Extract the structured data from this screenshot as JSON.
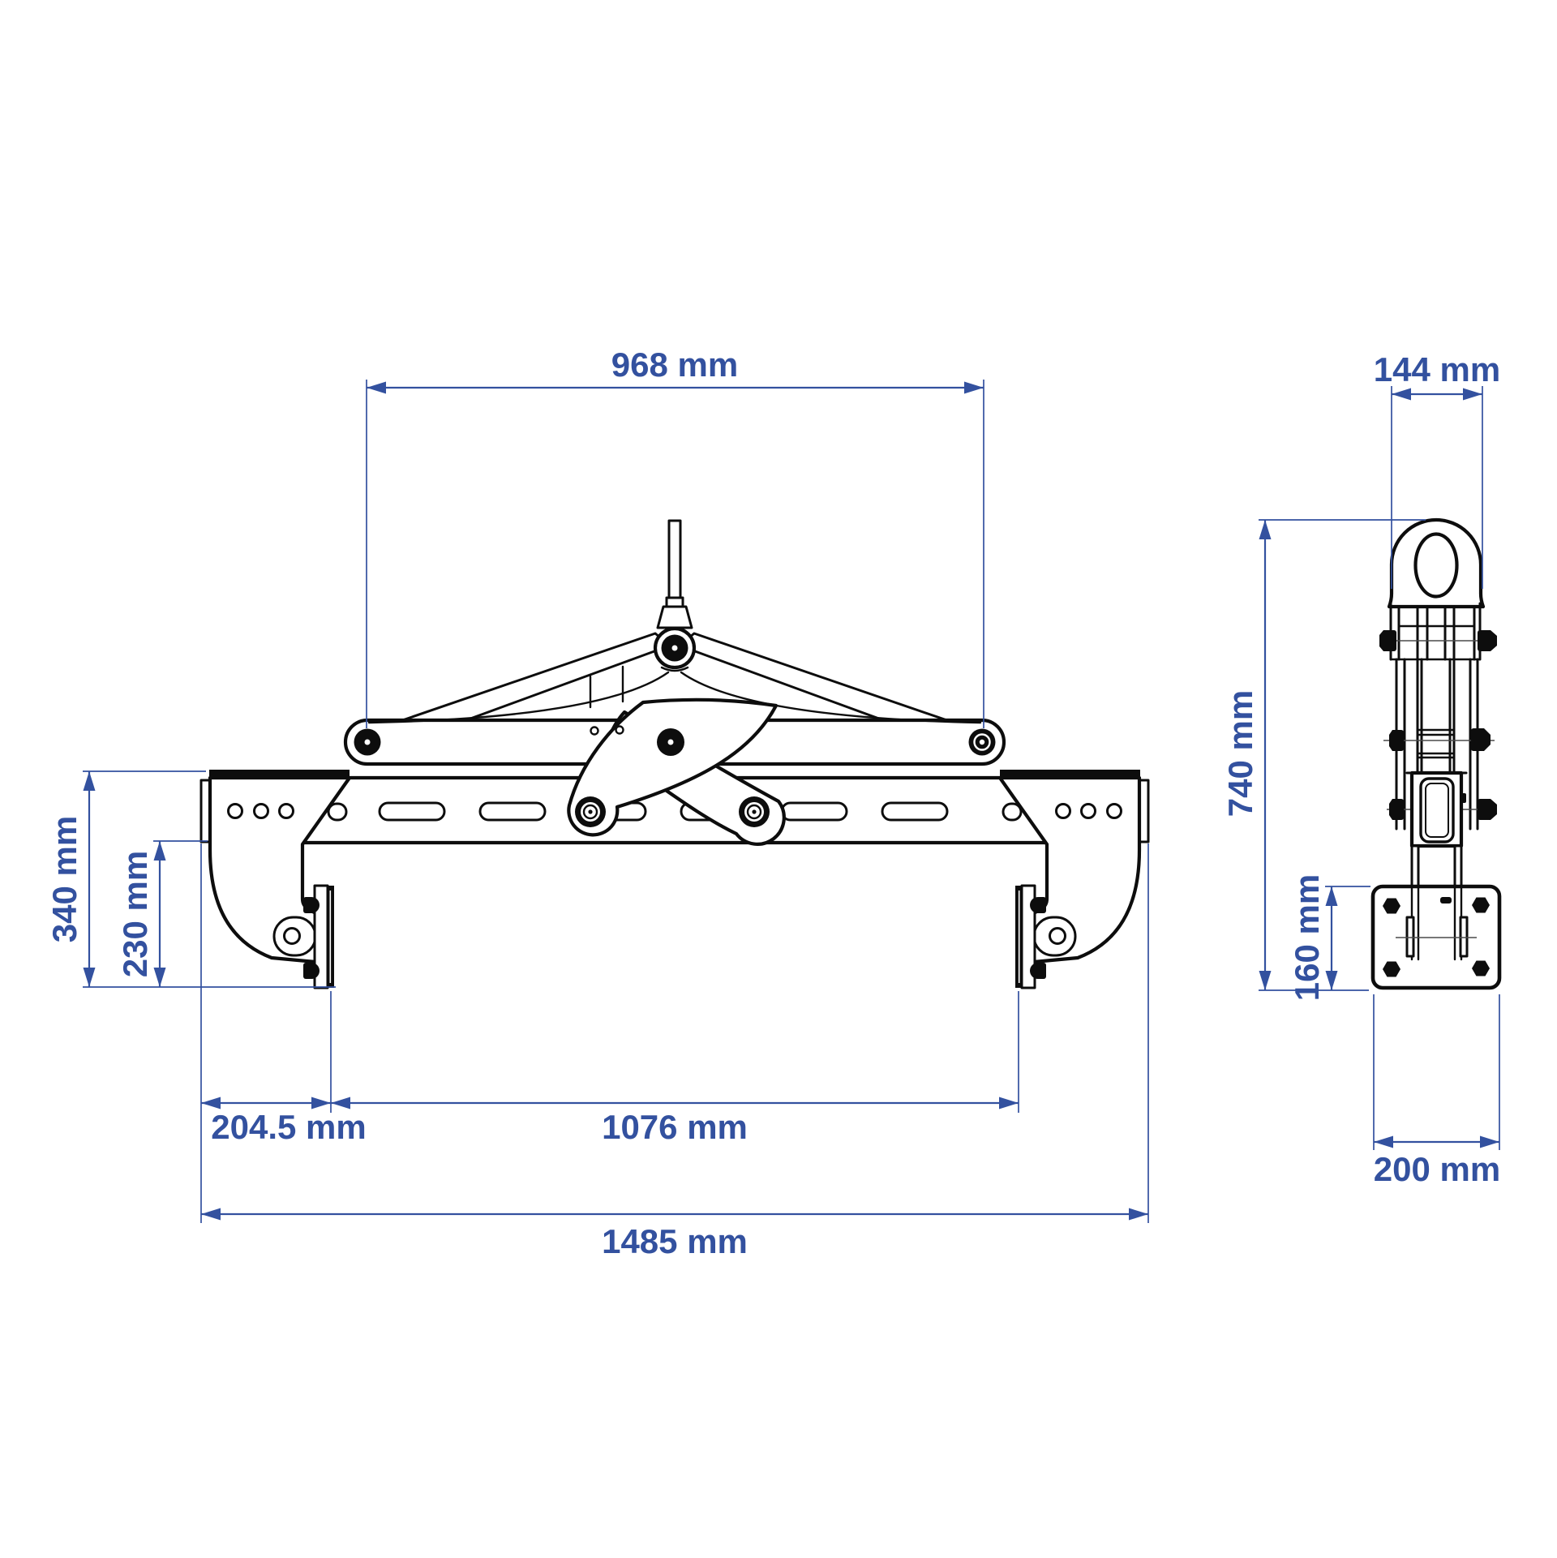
{
  "document": {
    "kind": "technical-dimension-drawing",
    "subject": "scissor lifting clamp",
    "background_color": "#ffffff",
    "line_color": "#0d0d0d",
    "dimension_color": "#33519f"
  },
  "views": {
    "front": {
      "name": "front-elevation"
    },
    "side": {
      "name": "side-elevation"
    }
  },
  "dimensions": {
    "top_span": {
      "label": "968 mm",
      "value": 968,
      "unit": "mm"
    },
    "clevis_width": {
      "label": "144 mm",
      "value": 144,
      "unit": "mm"
    },
    "jaw_height": {
      "label": "340 mm",
      "value": 340,
      "unit": "mm"
    },
    "jaw_opening_height": {
      "label": "230 mm",
      "value": 230,
      "unit": "mm"
    },
    "left_offset": {
      "label": "204.5 mm",
      "value": 204.5,
      "unit": "mm"
    },
    "pad_span": {
      "label": "1076 mm",
      "value": 1076,
      "unit": "mm"
    },
    "overall_width": {
      "label": "1485 mm",
      "value": 1485,
      "unit": "mm"
    },
    "side_overall_height": {
      "label": "740 mm",
      "value": 740,
      "unit": "mm"
    },
    "base_pad_height": {
      "label": "160 mm",
      "value": 160,
      "unit": "mm"
    },
    "base_pad_width": {
      "label": "200 mm",
      "value": 200,
      "unit": "mm"
    }
  }
}
